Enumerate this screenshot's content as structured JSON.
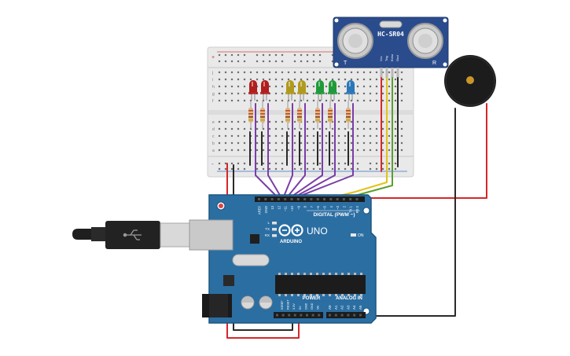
{
  "sensor": {
    "model": "HC-SR04",
    "t_label": "T",
    "r_label": "R",
    "pins": [
      "Vcc",
      "Trig",
      "Echo",
      "Gnd"
    ]
  },
  "arduino": {
    "brand": "ARDUINO",
    "model": "UNO",
    "digital_label": "DIGITAL (PWM ~)",
    "power_label": "POWER",
    "analog_label": "ANALOG IN",
    "on_label": "ON",
    "led_labels": [
      "L",
      "TX",
      "RX"
    ],
    "digital_pins": [
      "AREF",
      "GND",
      "13",
      "12",
      "~11",
      "~10",
      "~9",
      "8",
      "7",
      "~6",
      "~5",
      "4",
      "~3",
      "2",
      "TX 1",
      "RX 0"
    ],
    "power_pins": [
      "IOREF",
      "RESET",
      "3.3V",
      "5V",
      "GND",
      "GND",
      "Vin"
    ],
    "analog_pins": [
      "A0",
      "A1",
      "A2",
      "A3",
      "A4",
      "A5"
    ]
  },
  "breadboard": {
    "rail_plus": "+",
    "rail_minus": "-",
    "row_labels_top": [
      "j",
      "i",
      "h",
      "g",
      "f"
    ],
    "row_labels_bottom": [
      "e",
      "d",
      "c",
      "b",
      "a"
    ]
  },
  "leds": [
    {
      "color": "#b01e1e"
    },
    {
      "color": "#b01e1e"
    },
    {
      "color": "#b09a1e"
    },
    {
      "color": "#b09a1e"
    },
    {
      "color": "#1f9a3a"
    },
    {
      "color": "#1f9a3a"
    },
    {
      "color": "#2a78b8"
    }
  ],
  "colors": {
    "board": "#2b6ea2",
    "board_edge": "#1d5680",
    "sensor": "#2a4c8c",
    "breadboard": "#e9e9e9",
    "wire_purple": "#7a3ea8",
    "wire_red": "#d62828",
    "wire_black": "#2a2a2a",
    "wire_yellow": "#e3c21a",
    "wire_green": "#5aa02c",
    "buzzer": "#1c1c1c"
  }
}
